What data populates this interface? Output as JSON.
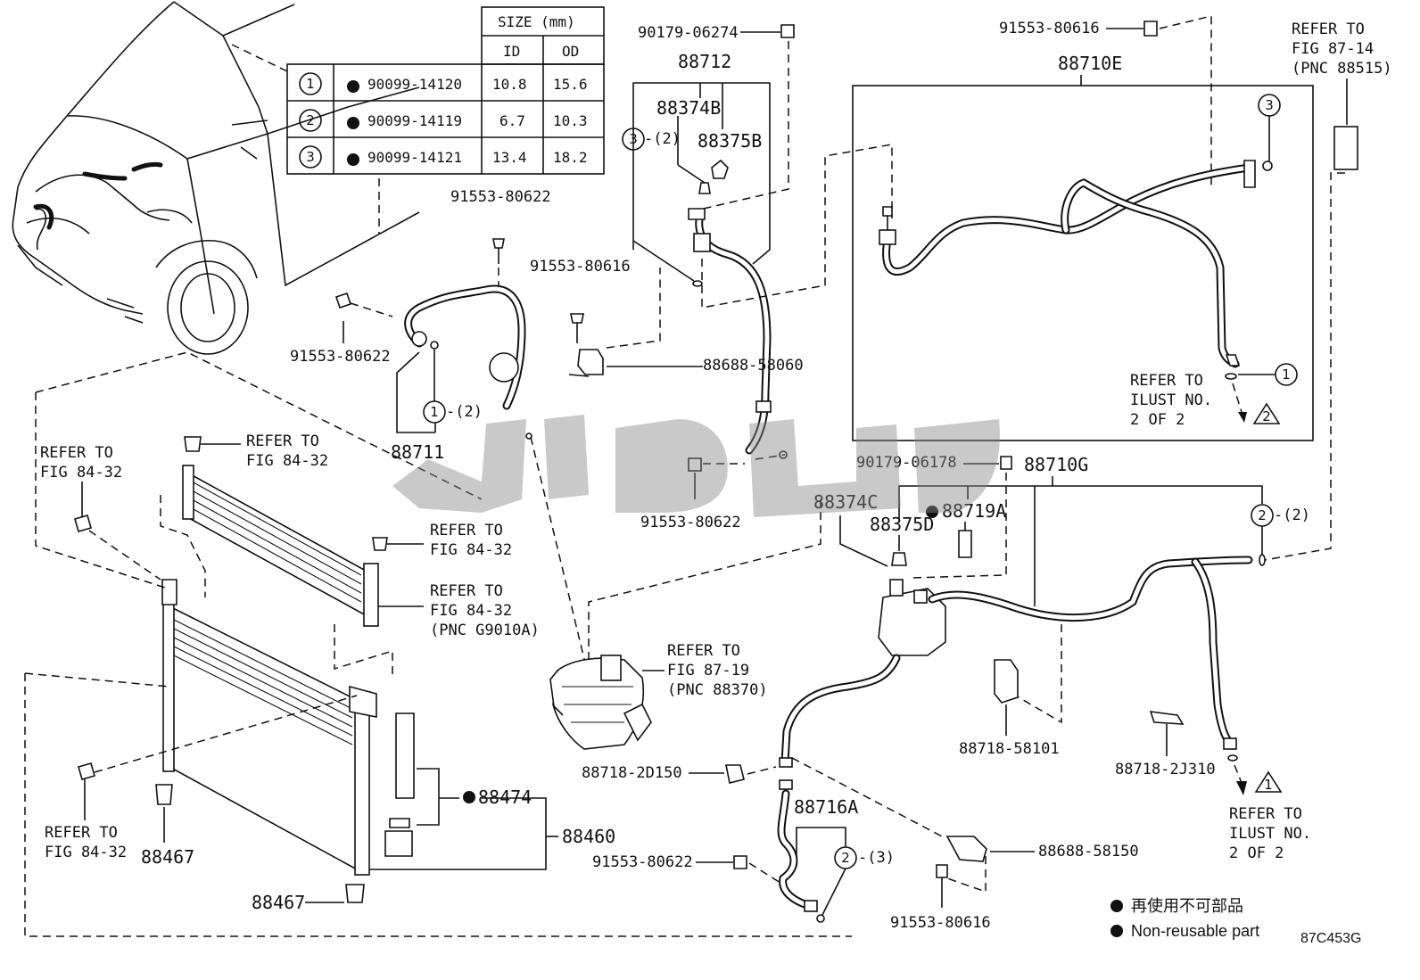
{
  "size_table": {
    "header": "SIZE (mm)",
    "col_id": "ID",
    "col_od": "OD",
    "rows": [
      {
        "ref": "1",
        "part": "90099-14120",
        "id": "10.8",
        "od": "15.6"
      },
      {
        "ref": "2",
        "part": "90099-14119",
        "id": "6.7",
        "od": "10.3"
      },
      {
        "ref": "3",
        "part": "90099-14121",
        "id": "13.4",
        "od": "18.2"
      }
    ]
  },
  "labels": {
    "p90179_06274": "90179-06274",
    "p88712": "88712",
    "p88374B": "88374B",
    "p88375B": "88375B",
    "qty_3_2": "-(2)",
    "p91553_80622_a": "91553-80622",
    "p91553_80616_a": "91553-80616",
    "p91553_80622_b": "91553-80622",
    "p88688_58060": "88688-58060",
    "qty_1_2": "-(2)",
    "p88711": "88711",
    "p91553_80622_c": "91553-80622",
    "p91553_80616_top": "91553-80616",
    "p88710E": "88710E",
    "refer_8714_l1": "REFER TO",
    "refer_8714_l2": "FIG 87-14",
    "refer_8714_l3": "(PNC 88515)",
    "refer_ilust_a_l1": "REFER TO",
    "refer_ilust_a_l2": "ILUST NO.",
    "refer_ilust_a_l3": "2 OF 2",
    "refer_8432_a_l1": "REFER TO",
    "refer_8432_a_l2": "FIG 84-32",
    "refer_8432_b_l1": "REFER TO",
    "refer_8432_b_l2": "FIG 84-32",
    "refer_8432_c_l1": "REFER TO",
    "refer_8432_c_l2": "FIG 84-32",
    "refer_8432_d_l1": "REFER TO",
    "refer_8432_d_l2": "FIG 84-32",
    "refer_8432_d_l3": "(PNC G9010A)",
    "refer_8432_e_l1": "REFER TO",
    "refer_8432_e_l2": "FIG 84-32",
    "p90179_06178": "90179-06178",
    "p88710G": "88710G",
    "p88374C": "88374C",
    "p88375D": "88375D",
    "p88719A": "88719A",
    "qty_2_2": "-(2)",
    "refer_8719_l1": "REFER TO",
    "refer_8719_l2": "FIG 87-19",
    "refer_8719_l3": "(PNC 88370)",
    "p88718_58101": "88718-58101",
    "p88718_2J310": "88718-2J310",
    "refer_ilust_b_l1": "REFER TO",
    "refer_ilust_b_l2": "ILUST NO.",
    "refer_ilust_b_l3": "2 OF 2",
    "p88718_2D150": "88718-2D150",
    "p88716A": "88716A",
    "qty_2_3": "-(3)",
    "p88688_58150": "88688-58150",
    "p91553_80622_d": "91553-80622",
    "p91553_80616_b": "91553-80616",
    "p88474": "88474",
    "p88460": "88460",
    "p88467_a": "88467",
    "p88467_b": "88467",
    "circle_1": "1",
    "circle_2": "2",
    "circle_3": "3",
    "tri": "1",
    "tri_2": "2"
  },
  "legend": {
    "cn": "再使用不可部品",
    "en": "Non-reusable part"
  },
  "figure_code": "87C453G"
}
